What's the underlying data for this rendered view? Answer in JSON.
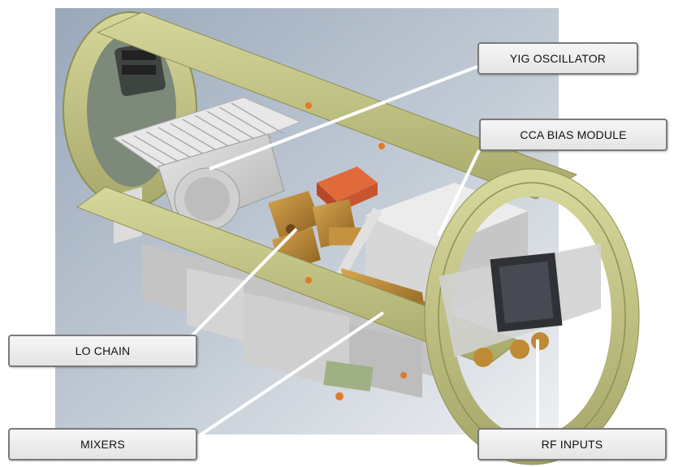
{
  "labels": {
    "yig_oscillator": "YIG OSCILLATOR",
    "cca_bias_module": "CCA BIAS MODULE",
    "lo_chain": "LO CHAIN",
    "mixers": "MIXERS",
    "rf_inputs": "RF INPUTS"
  },
  "colors": {
    "frame": "#c8c98a",
    "frame_dark": "#9c9d60",
    "copper": "#b8862f",
    "red_block": "#d9542c",
    "aluminum": "#c9c9c9",
    "backdrop": "#a9b6c6"
  }
}
